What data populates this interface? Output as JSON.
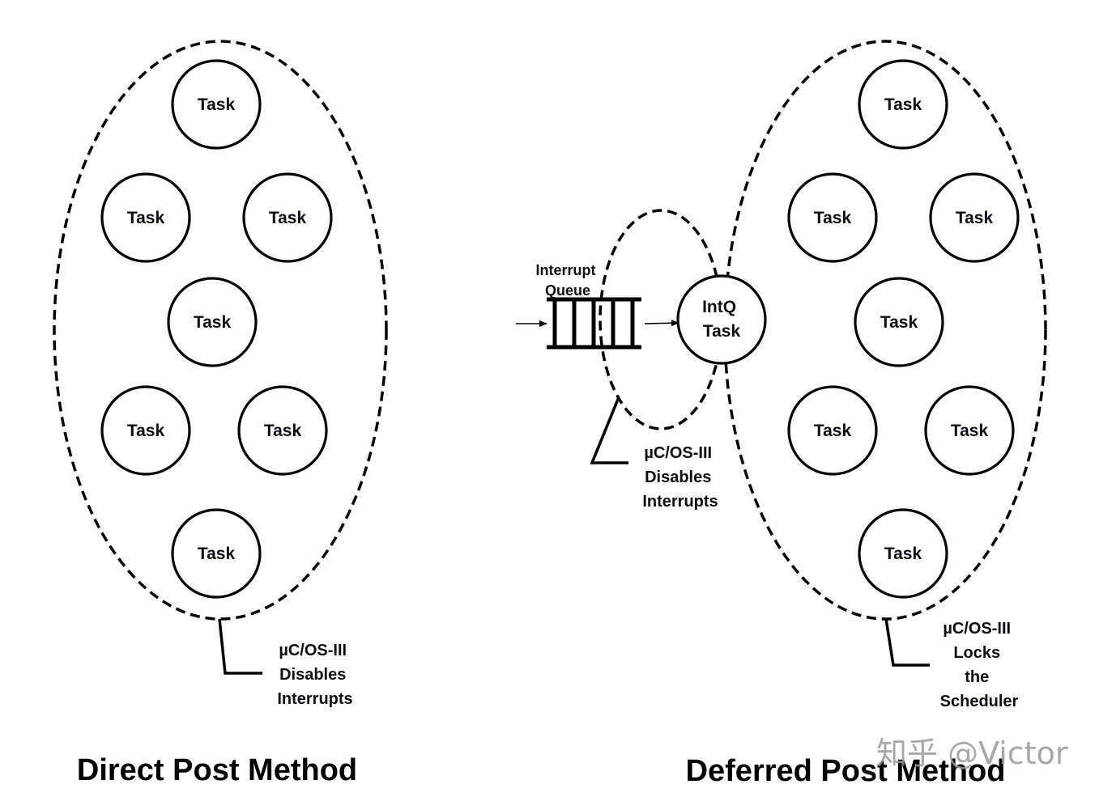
{
  "direct": {
    "title": "Direct Post Method",
    "tasks": [
      "Task",
      "Task",
      "Task",
      "Task",
      "Task",
      "Task",
      "Task"
    ],
    "note_lines": [
      "µC/OS-III",
      "Disables",
      "Interrupts"
    ]
  },
  "deferred": {
    "title": "Deferred Post Method",
    "queue_label_lines": [
      "Interrupt",
      "Queue"
    ],
    "queue_slots": 5,
    "intq_task_lines": [
      "IntQ",
      "Task"
    ],
    "irq_note_lines": [
      "µC/OS-III",
      "Disables",
      "Interrupts"
    ],
    "tasks": [
      "Task",
      "Task",
      "Task",
      "Task",
      "Task",
      "Task",
      "Task"
    ],
    "note_lines": [
      "µC/OS-III",
      "Locks",
      "the",
      "Scheduler"
    ]
  },
  "watermark": "知乎 @Victor"
}
